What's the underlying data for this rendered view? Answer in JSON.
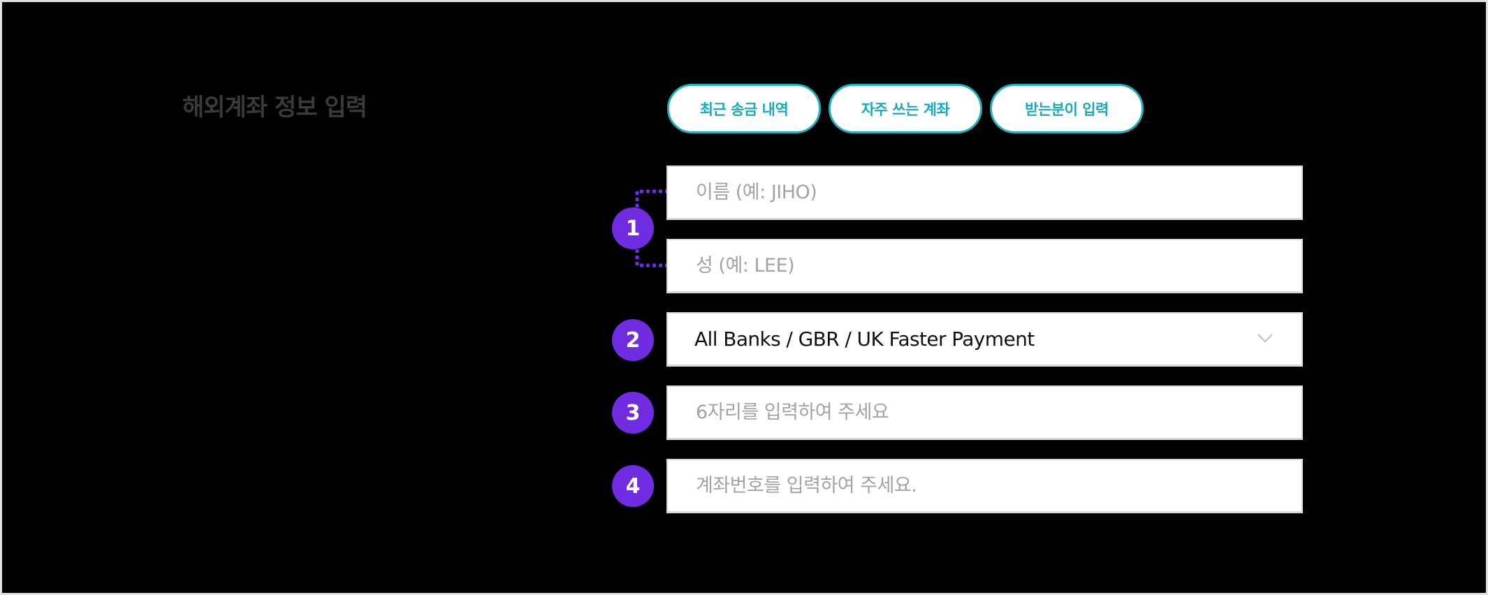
{
  "page": {
    "title": "해외계좌 정보 입력"
  },
  "quick_actions": [
    {
      "label": "최근 송금 내역"
    },
    {
      "label": "자주 쓰는 계좌"
    },
    {
      "label": "받는분이 입력"
    }
  ],
  "steps": [
    {
      "number": "1"
    },
    {
      "number": "2"
    },
    {
      "number": "3"
    },
    {
      "number": "4"
    }
  ],
  "form": {
    "first_name": {
      "value": "",
      "placeholder": "이름 (예: JIHO)"
    },
    "last_name": {
      "value": "",
      "placeholder": "성 (예: LEE)"
    },
    "bank_select": {
      "selected": "All Banks / GBR / UK Faster Payment",
      "icon": "chevron-down-icon"
    },
    "sort_code": {
      "value": "",
      "placeholder": "6자리를 입력하여 주세요"
    },
    "account_number": {
      "value": "",
      "placeholder": "계좌번호를 입력하여 주세요."
    }
  },
  "colors": {
    "accent_teal": "#23b1c0",
    "step_purple": "#6f2ce0",
    "title_gray": "#3a3a3a",
    "placeholder_gray": "#a3a3a3",
    "input_border": "#d9d9d9",
    "background": "#000000"
  }
}
